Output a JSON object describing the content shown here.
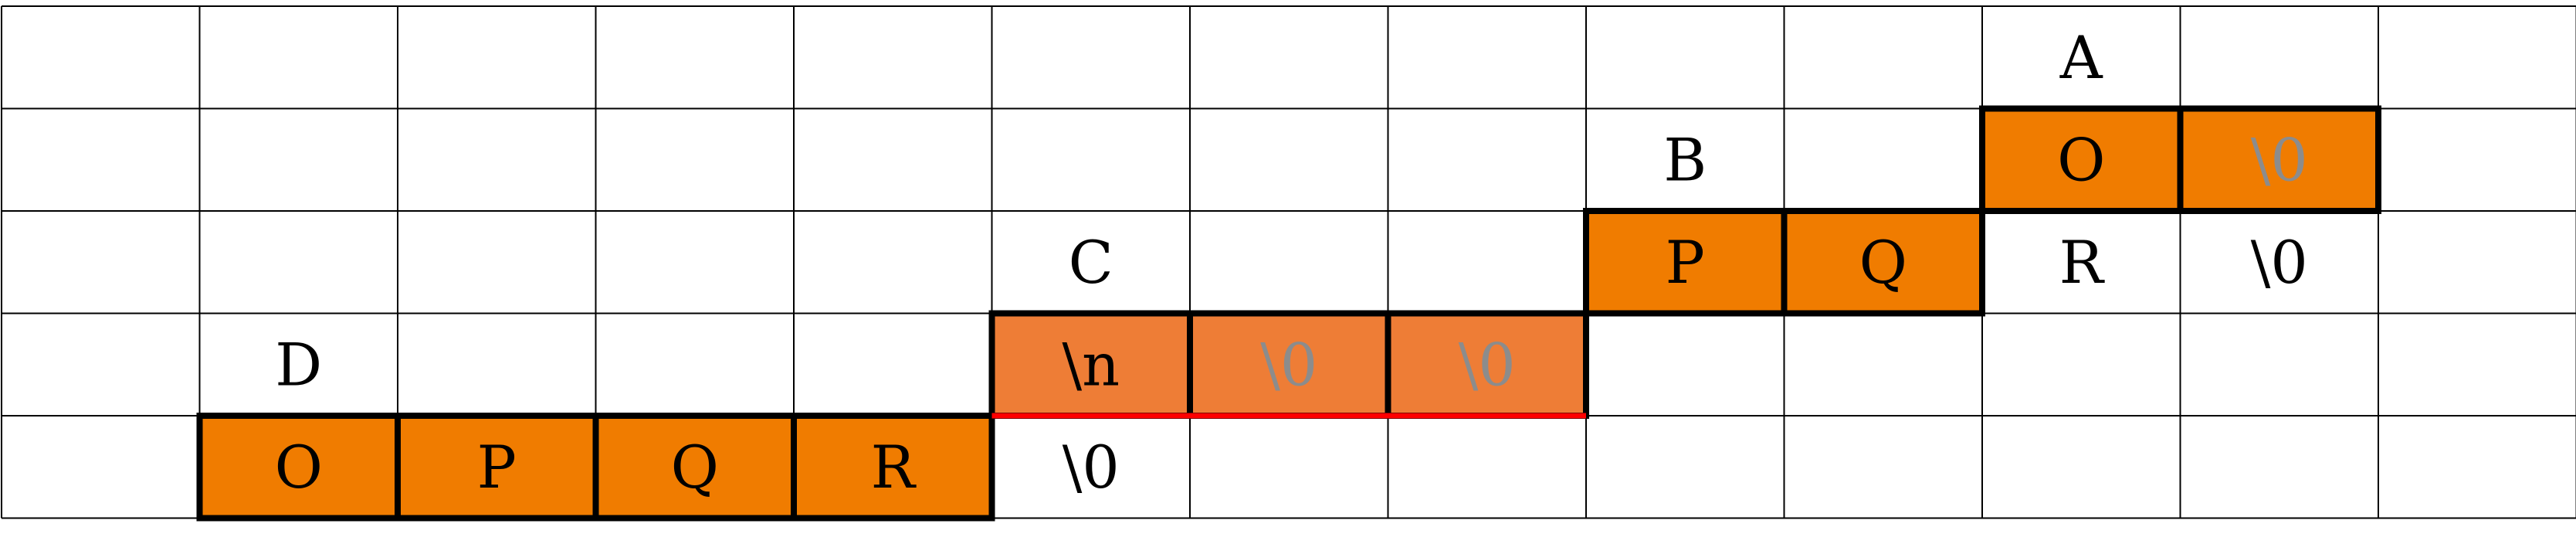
{
  "grid": {
    "rows": 5,
    "cols": 13
  },
  "colors": {
    "orange": "#f07c00",
    "orange_light": "#ee7d36",
    "gray_text": "#8c8c8c",
    "black_text": "#000000",
    "red_line": "#ff0000"
  },
  "strings": [
    {
      "label": "D",
      "label_cell": [
        3,
        1
      ],
      "cells": [
        {
          "r": 4,
          "c": 1,
          "text": "O",
          "fill": "orange",
          "tone": "black"
        },
        {
          "r": 4,
          "c": 2,
          "text": "P",
          "fill": "orange",
          "tone": "black"
        },
        {
          "r": 4,
          "c": 3,
          "text": "Q",
          "fill": "orange",
          "tone": "black"
        },
        {
          "r": 4,
          "c": 4,
          "text": "R",
          "fill": "orange",
          "tone": "black"
        }
      ]
    },
    {
      "label": "C",
      "label_cell": [
        2,
        5
      ],
      "cells": [
        {
          "r": 3,
          "c": 5,
          "text": "\\n",
          "fill": "orange_light",
          "tone": "black"
        },
        {
          "r": 3,
          "c": 6,
          "text": "\\0",
          "fill": "orange_light",
          "tone": "gray"
        },
        {
          "r": 3,
          "c": 7,
          "text": "\\0",
          "fill": "orange_light",
          "tone": "gray"
        }
      ]
    },
    {
      "label": "B",
      "label_cell": [
        1,
        8
      ],
      "cells": [
        {
          "r": 2,
          "c": 8,
          "text": "P",
          "fill": "orange",
          "tone": "black"
        },
        {
          "r": 2,
          "c": 9,
          "text": "Q",
          "fill": "orange",
          "tone": "black"
        }
      ]
    },
    {
      "label": "A",
      "label_cell": [
        0,
        10
      ],
      "cells": [
        {
          "r": 1,
          "c": 10,
          "text": "O",
          "fill": "orange",
          "tone": "black"
        },
        {
          "r": 1,
          "c": 11,
          "text": "\\0",
          "fill": "orange",
          "tone": "gray"
        }
      ]
    }
  ],
  "loose_cells": [
    {
      "r": 4,
      "c": 5,
      "text": "\\0"
    },
    {
      "r": 2,
      "c": 10,
      "text": "R"
    },
    {
      "r": 2,
      "c": 11,
      "text": "\\0"
    }
  ],
  "red_underline": {
    "r": 3,
    "c_start": 5,
    "c_end": 7
  }
}
